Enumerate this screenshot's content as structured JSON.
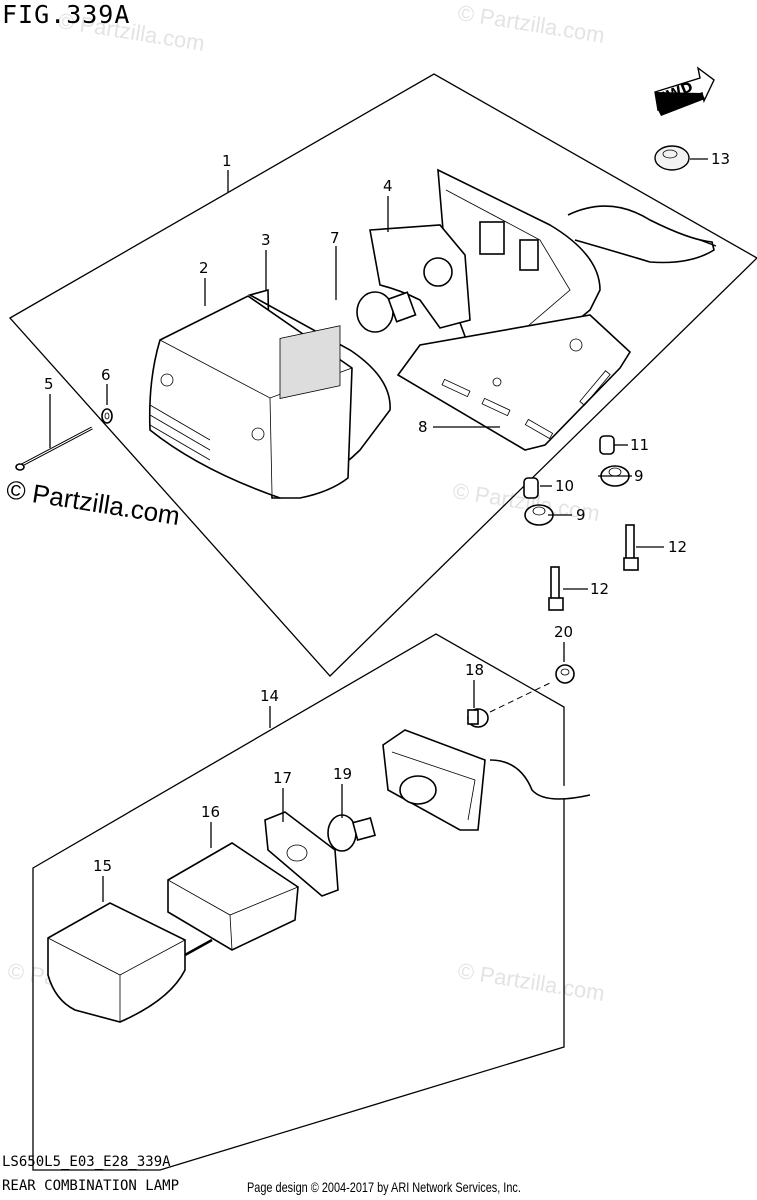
{
  "figure": {
    "title": "FIG.339A",
    "logo_text": "© Partzilla.com",
    "watermarks": [
      "© Partzilla.com",
      "© Partzilla.com",
      "© Partzilla.com",
      "© Partzilla.com",
      "© Partzilla.com"
    ],
    "fwd_label": "FWD"
  },
  "callouts": {
    "c1": "1",
    "c2": "2",
    "c3": "3",
    "c4": "4",
    "c5": "5",
    "c6": "6",
    "c7": "7",
    "c8": "8",
    "c9a": "9",
    "c9b": "9",
    "c10": "10",
    "c11": "11",
    "c12a": "12",
    "c12b": "12",
    "c13": "13",
    "c14": "14",
    "c15": "15",
    "c16": "16",
    "c17": "17",
    "c18": "18",
    "c19": "19",
    "c20": "20"
  },
  "footer": {
    "diagram_code": "LS650L5_E03_E28_339A",
    "diagram_name": "REAR COMBINATION LAMP",
    "credit": "Page design © 2004-2017 by ARI Network Services, Inc."
  }
}
